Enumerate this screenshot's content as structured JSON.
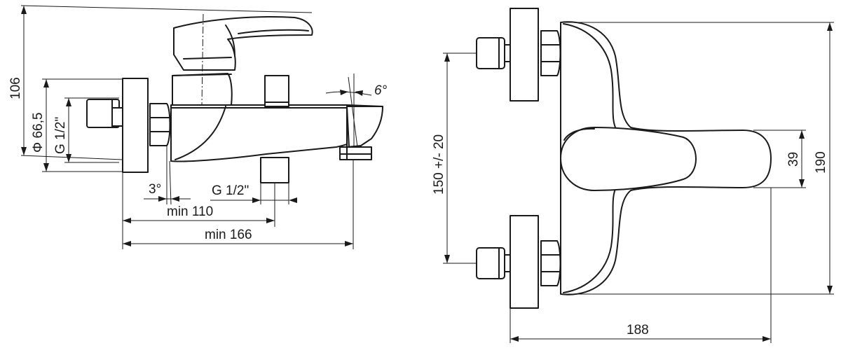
{
  "labels": {
    "height_106": "106",
    "diameter_66_5": "Φ 66,5",
    "thread_g_left": "G 1/2\"",
    "angle_3": "3°",
    "thread_g_bottom": "G 1/2\"",
    "min_110": "min 110",
    "min_166": "min 166",
    "angle_6": "6°",
    "spacing_150": "150 +/- 20",
    "depth_188": "188",
    "height_190": "190",
    "handle_39": "39"
  }
}
